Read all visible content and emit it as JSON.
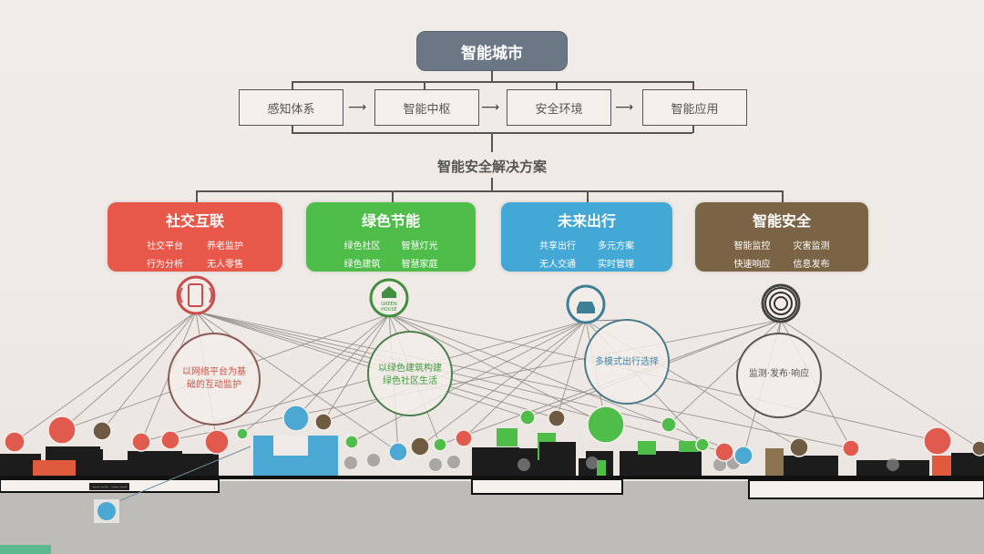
{
  "top": {
    "title": "智能城市"
  },
  "steps": [
    {
      "label": "感知体系"
    },
    {
      "label": "智能中枢"
    },
    {
      "label": "安全环境"
    },
    {
      "label": "智能应用"
    }
  ],
  "arrow_glyph": "⟶",
  "solution": {
    "title": "智能安全解决方案"
  },
  "categories": [
    {
      "title": "社交互联",
      "color": "#e8584a",
      "items": [
        "社交平台",
        "养老监护",
        "行为分析",
        "无人零售"
      ],
      "icon": "smartphone-icon",
      "bubble": "以网络平台为基础的互动监护",
      "bubble_lines": [
        "以网络平台为基",
        "础的互动监护"
      ],
      "text_color": "#c9554c"
    },
    {
      "title": "绿色节能",
      "color": "#4fbd4a",
      "items": [
        "绿色社区",
        "智慧灯光",
        "绿色建筑",
        "智慧家庭"
      ],
      "icon": "green-house-icon",
      "icon_text": [
        "GREEN",
        "HOUSE"
      ],
      "bubble": "以绿色建筑构建绿色社区生活",
      "bubble_lines": [
        "以绿色建筑构建",
        "绿色社区生活"
      ],
      "text_color": "#3f9b3c"
    },
    {
      "title": "未来出行",
      "color": "#43a8d6",
      "items": [
        "共享出行",
        "多元方案",
        "无人交通",
        "实时管理"
      ],
      "icon": "car-icon",
      "bubble": "多模式出行选择",
      "bubble_lines": [
        "多模式出行选择"
      ],
      "text_color": "#3d86a8"
    },
    {
      "title": "智能安全",
      "color": "#7b6445",
      "items": [
        "智能监控",
        "灾害监测",
        "快速响应",
        "信息发布"
      ],
      "icon": "radar-target-icon",
      "bubble": "监测·发布·响应",
      "bubble_lines": [
        "监测·发布·响应"
      ],
      "text_color": "#555555"
    }
  ],
  "colors": {
    "red": "#e05a4e",
    "green": "#4fbd4a",
    "blue": "#4aa8d3",
    "brown": "#6f5a42",
    "building": "#1c1c1c",
    "ground": "#bdbcb8"
  },
  "street_label": [
    "—— ——",
    "—— ——"
  ]
}
